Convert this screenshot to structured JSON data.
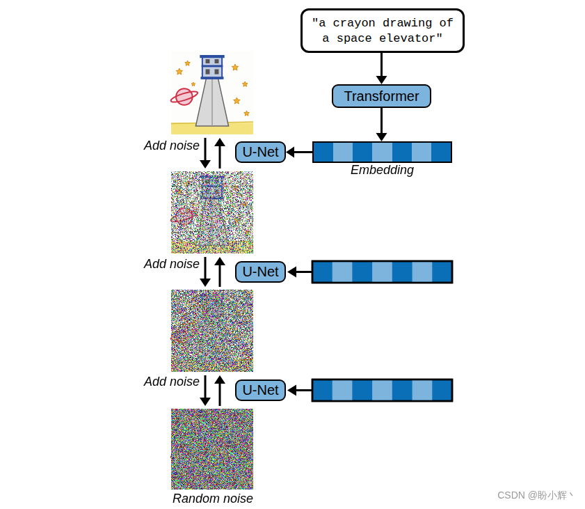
{
  "diagram": {
    "nodes": [
      {
        "text": [
          "\"a crayon drawing of a space elevator\""
        ]
      },
      {
        "text": [
          "Transformer"
        ]
      },
      {
        "text": [
          "Embedding"
        ]
      },
      {
        "text": [
          "U-Net"
        ]
      },
      {
        "text": [
          "U-Net"
        ]
      },
      {
        "text": [
          "U-Net"
        ]
      }
    ],
    "edges": [
      {
        "from": 0,
        "to": 1,
        "arrow": "to"
      },
      {
        "from": 1,
        "to": 2,
        "arrow": "to"
      },
      {
        "from": 2,
        "to": 3,
        "arrow": "to"
      }
    ],
    "labels": [
      "Add noise",
      "Add noise",
      "Add noise",
      "Random noise",
      "CSDN @盼小辉丶"
    ]
  }
}
